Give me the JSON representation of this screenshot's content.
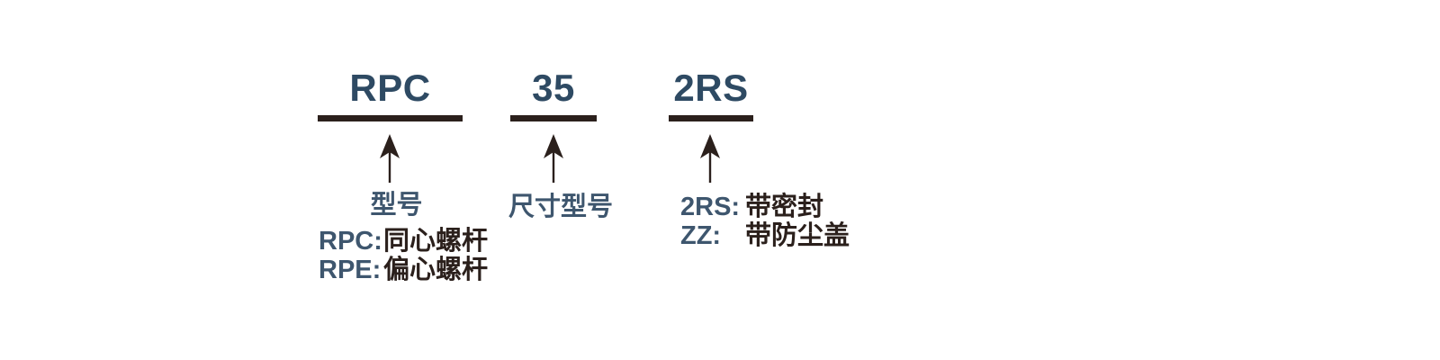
{
  "colors": {
    "background": "#ffffff",
    "code_navy": "#2e4a63",
    "label_blue": "#3e566e",
    "dark_ink": "#2b201c"
  },
  "sections": [
    {
      "code": "RPC",
      "label": "型号",
      "options": [
        {
          "key": "RPC:",
          "desc": "同心螺杆"
        },
        {
          "key": "RPE:",
          "desc": "偏心螺杆"
        }
      ]
    },
    {
      "code": "35",
      "label": "尺寸型号",
      "options": []
    },
    {
      "code": "2RS",
      "label": "",
      "options": [
        {
          "key": "2RS:",
          "desc": "带密封"
        },
        {
          "key": "ZZ:",
          "desc": "带防尘盖"
        }
      ]
    }
  ]
}
